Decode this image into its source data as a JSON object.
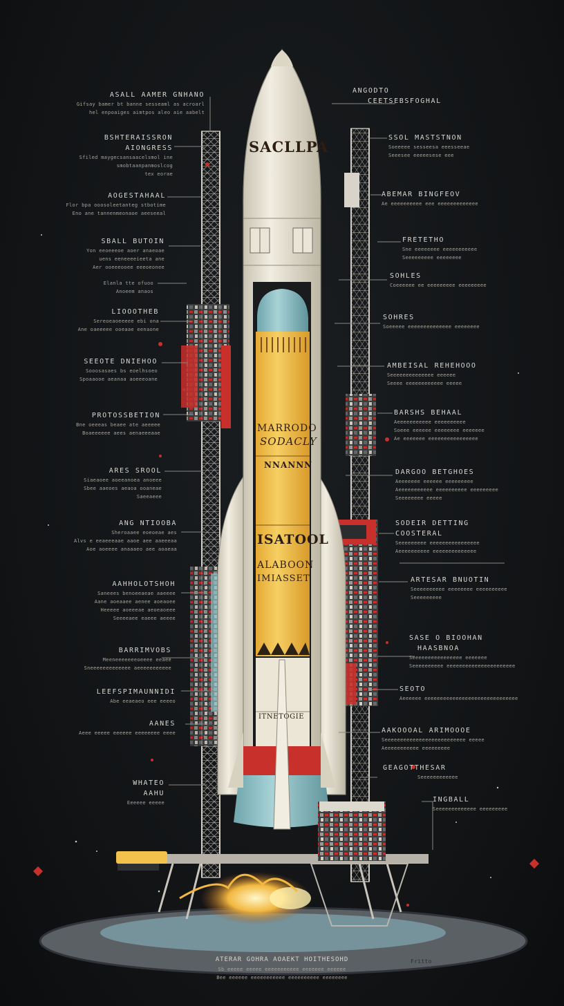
{
  "rocket": {
    "nose_text": "SACLLPA",
    "stage_text_1": "MARRODO",
    "stage_text_2": "SODACLY",
    "stage_text_3": "NNANNN",
    "stage_text_4": "ISATOOL",
    "stage_text_5": "ALABOON",
    "stage_text_6": "IMIASSET",
    "stage_text_7": "ITNETOGIE"
  },
  "colors": {
    "background": "#121416",
    "hull": "#ebe6d6",
    "fuel_tank": "#f2c24c",
    "accent_red": "#c8302b",
    "accent_blue": "#8fc3c8",
    "tower": "#b9b6ae",
    "label_text": "#d9d6cf"
  },
  "labels_left": [
    {
      "title": "ASALL AAMER GNHANO",
      "sub": [
        "Gifsay bamer bt banne sesseaml as acroarl",
        "hel enpoaiges aimtpos aleo aie aabelt"
      ]
    },
    {
      "title": "BSHTERAISSRON",
      "sub": [
        "AIONGRESS",
        "Sfiled maygecsansaacelsmol ine",
        "smobtaanpanmoslcog",
        "tex eorae"
      ]
    },
    {
      "title": "AOGESTAHAAL",
      "sub": [
        "Flor bpa ooosoleetanteg stbotime",
        "Eno ane tannenmeonaoe aeeseeal"
      ]
    },
    {
      "title": "SBALL BUTOIN",
      "sub": [
        "Yon eeoeeeoe aoer anaeoae",
        "uens eeneeeeieeta ane",
        "Aer ooeeeooee eeeoeonee"
      ]
    },
    {
      "title": "",
      "sub": [
        "Elanla tte ofuoo",
        "Anoeem anaos"
      ]
    },
    {
      "title": "LIOOOTHEB",
      "sub": [
        "Sereoeaoeeeee ebi ona",
        "Ane oaeeeee ooeaae eenaone"
      ]
    },
    {
      "title": "SEEOTE DNIEHOO",
      "sub": [
        "Sooosasaes bs eoelhsoeo",
        "Spoaaooe aeanaa aoeeeoane"
      ]
    },
    {
      "title": "PROTOSSBETION",
      "sub": [
        "Bne oeeeas beaee ate aeeeee",
        "Boaeeeeee aees aenaeeeaae"
      ]
    },
    {
      "title": "ARES SROOL",
      "sub": [
        "Siaeaoee aoeeanoea anoeee",
        "Sbee aaeoes aeaoa ooaneae",
        "Saeeaeee"
      ]
    },
    {
      "title": "ANG NTIOOBA",
      "sub": [
        "Sheroaaee eoeoeae aes",
        "Alvs e eeaeeeaae aaoe aee aaeeeaa",
        "Aoe aoeeee anaaaeo aee aoaeaa"
      ]
    },
    {
      "title": "AAHHOLOTSHOH",
      "sub": [
        "Saneees benoeeaeae aaeeee",
        "Aane aoeaaee aenee aoeaoee",
        "Heeeee aoeeeae aeoeaoeee",
        "Seeeeaee eaeee aeeee"
      ]
    },
    {
      "title": "BARRIMVOBS",
      "sub": [
        "Meeneeeeeeeoeeee eeaee",
        "Sneeeeeeeeeeeee aeeeeeeeeeee"
      ]
    },
    {
      "title": "LEEFSPIMAUNNIDI",
      "sub": [
        "Abe eeaeaeo eee eeeeo"
      ]
    },
    {
      "title": "AANES",
      "sub": [
        "Aeee eeeee eeeeee eeeeeeee eeee"
      ]
    },
    {
      "title": "WHATEO",
      "sub": [
        "AAHU",
        "Eeeeee eeeee"
      ]
    }
  ],
  "labels_right": [
    {
      "title": "ANGODTO",
      "sub": [],
      "title2": "CEETSEBSFOGHAL"
    },
    {
      "title": "SSOL MASTSTNON",
      "sub": [
        "Soeeeee sesseesa eeesseeae",
        "Seeesee eeeeesese eee"
      ]
    },
    {
      "title": "ABEMAR BINGFEOV",
      "sub": [
        "Ae eeeeeeeeee eee eeeeeeeeeeeee"
      ]
    },
    {
      "title": "FRETETHO",
      "sub": [
        "Sne eeeeeeee eeeeeeeeeee",
        "Seeeeeeeee eeeeeeee"
      ]
    },
    {
      "title": "SOHLES",
      "sub": [
        "Coeeeeee ee eeeeeeeee eeeeeeeee"
      ]
    },
    {
      "title": "SOHRES",
      "sub": [
        "Soeeeee eeeeeeeeeeeeee eeeeeeee"
      ]
    },
    {
      "title": "AMBEISAL REHEHOOO",
      "sub": [
        "Seeeeeeeeeeeeee eeeeee",
        "Seeee eeeeeeeeeeee eeeee"
      ]
    },
    {
      "title": "BARSHS BEHAAL",
      "sub": [
        "Aeeeeeeeeeee eeeeeeeeee",
        "Soeee eeeeee eeeeeeee eeeeeee",
        "Ae eeeeeee eeeeeeeeeeeeeeee"
      ]
    },
    {
      "title": "DARGOO BETGHOES",
      "sub": [
        "Aeeeeeee eeeeee eeeeeeeee",
        "Aeeeeeeeeeee eeeeeeeeee eeeeeeeee",
        "Seeeeeeee eeeee"
      ]
    },
    {
      "title": "SODEIR DETTING",
      "sub": [],
      "title2": "COOSTERAL",
      "sub2": [
        "Seeeeeeeee eeeeeeeeeeeeeeee",
        "Aeeeeeeeeee eeeeeeeeeeeeee"
      ]
    },
    {
      "title": "ARTESAR BNUOTIN",
      "sub": [
        "Seeeeeeeeee eeeeeeee eeeeeeeeee",
        "Seeeeeeeee"
      ]
    },
    {
      "title": "SASE O BIOOHAN",
      "sub": [],
      "title2": "HAASBNOA",
      "sub2": [
        "Seeeeeeeeeeeeeeee eeeeeee",
        "Seeeeeeeeee eeeeeeeeeeeeeeeeeeeeee"
      ]
    },
    {
      "title": "SEOTO",
      "sub": [
        "Aeeeeee eeeeeeeeeeeeeeeeeeeeeeeeeeeeee"
      ]
    },
    {
      "title": "AAKOOOAL ARIMOOOE",
      "sub": [
        "Seeeeeeeeeeeeeeeeeeeeeeeeee eeeee",
        "Aeeeeeeeeeee eeeeeeeee"
      ]
    },
    {
      "title": "GEAGOTTHESAR",
      "sub": [
        "Seeeeeeeeeeee"
      ]
    },
    {
      "title": "INGBALL",
      "sub": [
        "Seeeeeeeeeeeee eeeeeeeee"
      ]
    }
  ],
  "label_bottom": {
    "title": "ATERAR GOHRA AOAEKT HOITHESOHD",
    "sub": [
      "Sb eeeee eeeee eeeeeeeeeee eeeeeee eeeeee",
      "Bee eeeeee eeeeeeeeeee eeeeeeeeee eeeeeeee"
    ]
  },
  "label_pad": {
    "text": "Fritto"
  }
}
